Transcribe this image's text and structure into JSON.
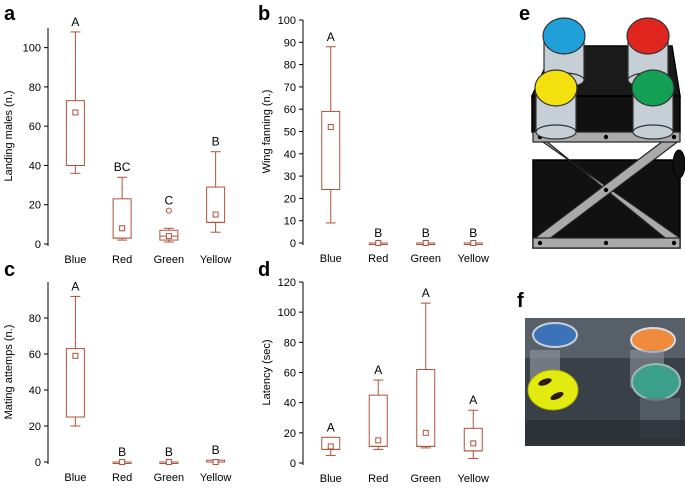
{
  "colors": {
    "box": "#b0503a",
    "axis": "#000000"
  },
  "panels": {
    "a": "a",
    "b": "b",
    "c": "c",
    "d": "d",
    "e": "e",
    "f": "f"
  },
  "chart_data": [
    {
      "panel": "a",
      "type": "box",
      "title": "",
      "ylabel": "Landing males (n.)",
      "xlabel": "",
      "ylim": [
        0,
        110
      ],
      "yticks": [
        0,
        20,
        40,
        60,
        80,
        100
      ],
      "categories": [
        "Blue",
        "Red",
        "Green",
        "Yellow"
      ],
      "boxes": [
        {
          "category": "Blue",
          "whisker_low": 36,
          "q1": 40,
          "median": 40,
          "q3": 73,
          "whisker_high": 108,
          "mean": 67,
          "outliers": [],
          "letter": "A"
        },
        {
          "category": "Red",
          "whisker_low": 2,
          "q1": 3,
          "median": 3,
          "q3": 23,
          "whisker_high": 34,
          "mean": 8,
          "outliers": [],
          "letter": "BC"
        },
        {
          "category": "Green",
          "whisker_low": 1,
          "q1": 2,
          "median": 4,
          "q3": 7,
          "whisker_high": 8,
          "mean": 4,
          "outliers": [
            17
          ],
          "letter": "C"
        },
        {
          "category": "Yellow",
          "whisker_low": 6,
          "q1": 11,
          "median": 11,
          "q3": 29,
          "whisker_high": 47,
          "mean": 15,
          "outliers": [],
          "letter": "B"
        }
      ]
    },
    {
      "panel": "b",
      "type": "box",
      "title": "",
      "ylabel": "Wing fanning (n.)",
      "xlabel": "",
      "ylim": [
        0,
        100
      ],
      "yticks": [
        0,
        10,
        20,
        30,
        40,
        50,
        60,
        70,
        80,
        90,
        100
      ],
      "categories": [
        "Blue",
        "Red",
        "Green",
        "Yellow"
      ],
      "boxes": [
        {
          "category": "Blue",
          "whisker_low": 9,
          "q1": 24,
          "median": 24,
          "q3": 59,
          "whisker_high": 88,
          "mean": 52,
          "outliers": [],
          "letter": "A"
        },
        {
          "category": "Red",
          "whisker_low": 0,
          "q1": 0,
          "median": 0,
          "q3": 0,
          "whisker_high": 0,
          "mean": 0,
          "outliers": [],
          "letter": "B"
        },
        {
          "category": "Green",
          "whisker_low": 0,
          "q1": 0,
          "median": 0,
          "q3": 0,
          "whisker_high": 0,
          "mean": 0,
          "outliers": [],
          "letter": "B"
        },
        {
          "category": "Yellow",
          "whisker_low": 0,
          "q1": 0,
          "median": 0,
          "q3": 0,
          "whisker_high": 0,
          "mean": 0,
          "outliers": [],
          "letter": "B"
        }
      ]
    },
    {
      "panel": "c",
      "type": "box",
      "title": "",
      "ylabel": "Mating attemps (n.)",
      "xlabel": "",
      "ylim": [
        0,
        100
      ],
      "yticks": [
        0,
        20,
        40,
        60,
        80
      ],
      "categories": [
        "Blue",
        "Red",
        "Green",
        "Yellow"
      ],
      "boxes": [
        {
          "category": "Blue",
          "whisker_low": 20,
          "q1": 25,
          "median": 25,
          "q3": 63,
          "whisker_high": 92,
          "mean": 59,
          "outliers": [],
          "letter": "A"
        },
        {
          "category": "Red",
          "whisker_low": 0,
          "q1": 0,
          "median": 0,
          "q3": 0,
          "whisker_high": 0,
          "mean": 0,
          "outliers": [],
          "letter": "B"
        },
        {
          "category": "Green",
          "whisker_low": 0,
          "q1": 0,
          "median": 0,
          "q3": 0,
          "whisker_high": 0,
          "mean": 0,
          "outliers": [],
          "letter": "B"
        },
        {
          "category": "Yellow",
          "whisker_low": 0,
          "q1": 0,
          "median": 0,
          "q3": 1,
          "whisker_high": 1,
          "mean": 0,
          "outliers": [],
          "letter": "B"
        }
      ]
    },
    {
      "panel": "d",
      "type": "box",
      "title": "",
      "ylabel": "Latency (sec)",
      "xlabel": "",
      "ylim": [
        0,
        120
      ],
      "yticks": [
        0,
        20,
        40,
        60,
        80,
        100,
        120
      ],
      "categories": [
        "Blue",
        "Red",
        "Green",
        "Yellow"
      ],
      "boxes": [
        {
          "category": "Blue",
          "whisker_low": 5,
          "q1": 9,
          "median": 9,
          "q3": 17,
          "whisker_high": 17,
          "mean": 11,
          "outliers": [],
          "letter": "A"
        },
        {
          "category": "Red",
          "whisker_low": 9,
          "q1": 11,
          "median": 11,
          "q3": 45,
          "whisker_high": 55,
          "mean": 15,
          "outliers": [],
          "letter": "A"
        },
        {
          "category": "Green",
          "whisker_low": 10,
          "q1": 11,
          "median": 11,
          "q3": 62,
          "whisker_high": 106,
          "mean": 20,
          "outliers": [],
          "letter": "A"
        },
        {
          "category": "Yellow",
          "whisker_low": 3,
          "q1": 8,
          "median": 8,
          "q3": 23,
          "whisker_high": 35,
          "mean": 13,
          "outliers": [],
          "letter": "A"
        }
      ]
    }
  ]
}
